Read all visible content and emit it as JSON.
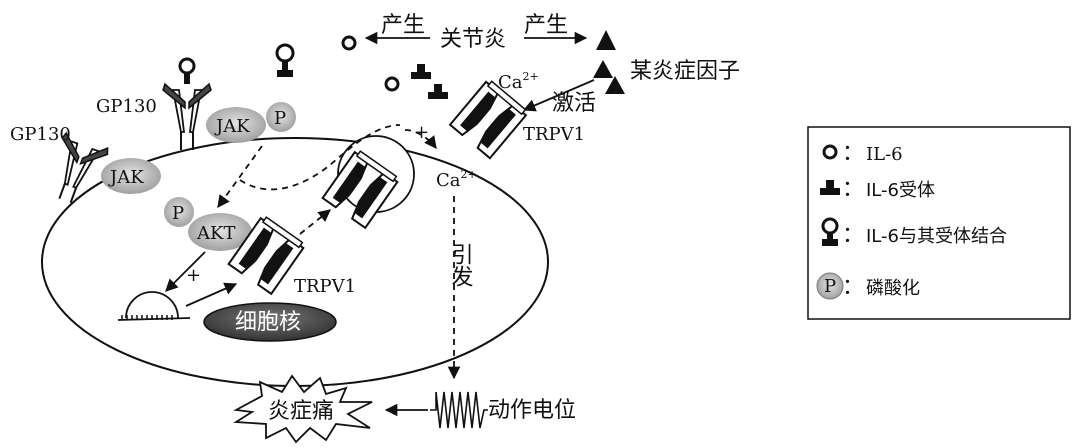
{
  "top": {
    "produce_left": "产生",
    "arthritis": "关节炎",
    "produce_right": "产生",
    "inflammatory_factor": "某炎症因子",
    "activate": "激活"
  },
  "cell": {
    "gp130_upper": "GP130",
    "gp130_lower": "GP130",
    "jak_upper": "JAK",
    "p_upper": "P",
    "jak_lower": "JAK",
    "p_akt": "P",
    "akt": "AKT",
    "plus_lower": "+",
    "plus_upper": "+",
    "trpv1_membrane": "TRPV1",
    "trpv1_inner": "TRPV1",
    "ca_out": "Ca",
    "ca_out_sup": "2+",
    "ca_in": "Ca",
    "ca_in_sup": "2+",
    "nucleus": "细胞核",
    "trigger": "引发"
  },
  "bottom": {
    "inflammatory_pain": "炎症痛",
    "action_potential": "动作电位"
  },
  "legend": {
    "items": [
      {
        "symbol": "ring",
        "text": "IL-6"
      },
      {
        "symbol": "cap",
        "text": "IL-6受体"
      },
      {
        "symbol": "bound",
        "text": "IL-6与其受体结合"
      },
      {
        "symbol": "p",
        "text": "磷酸化"
      }
    ],
    "p_glyph": "P",
    "colon": "："
  }
}
